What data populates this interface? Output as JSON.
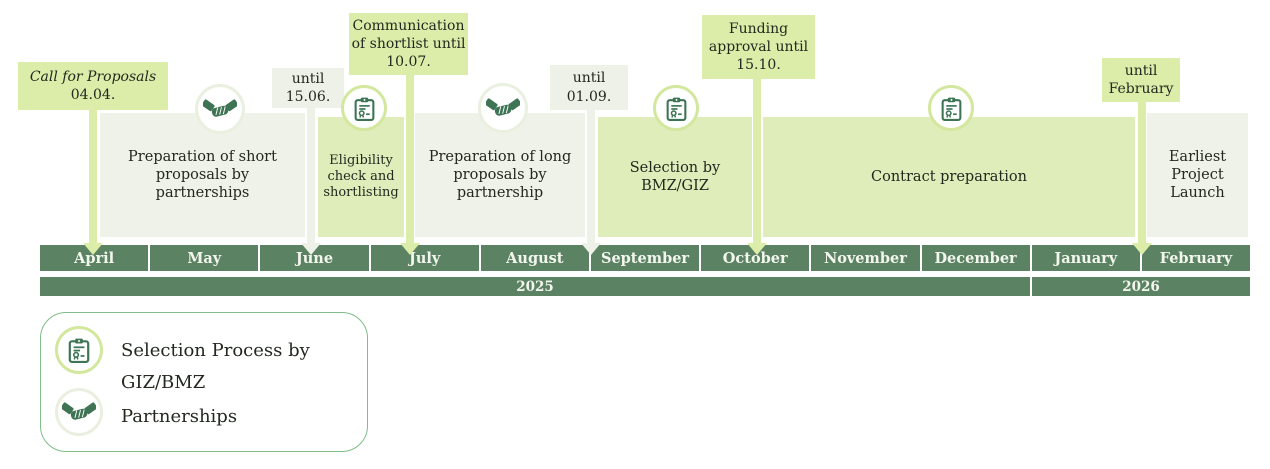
{
  "palette": {
    "bar_green": "#5b8363",
    "phase_green": "#dfedba",
    "callout_green": "#dcedaa",
    "phase_gray": "#eff2e8",
    "icon_green": "#3e7354",
    "legend_border": "#7fbd8a",
    "month_text": "#f3f6ee",
    "body_text": "#23281f"
  },
  "callouts": [
    {
      "id": "call-for-proposals",
      "line1": "Call for Proposals",
      "line2": "04.04.",
      "style": "green"
    },
    {
      "id": "until-15-06",
      "text": "until 15.06.",
      "style": "gray"
    },
    {
      "id": "communication-of-shortlist",
      "text": "Communication of shortlist until 10.07.",
      "style": "green"
    },
    {
      "id": "until-01-09",
      "text": "until 01.09.",
      "style": "gray"
    },
    {
      "id": "funding-approval",
      "text": "Funding approval until 15.10.",
      "style": "green"
    },
    {
      "id": "until-february",
      "text": "until February",
      "style": "green"
    }
  ],
  "phases": [
    {
      "label": "Preparation of short proposals by partnerships",
      "actor": "partnerships",
      "style": "gray"
    },
    {
      "label": "Eligibility check and shortlisting",
      "actor": "giz-bmz",
      "style": "green"
    },
    {
      "label": "Preparation of long proposals by partnership",
      "actor": "partnerships",
      "style": "gray"
    },
    {
      "label": "Selection by BMZ/GIZ",
      "actor": "giz-bmz",
      "style": "green"
    },
    {
      "label": "Contract preparation",
      "actor": "giz-bmz",
      "style": "green"
    },
    {
      "label": "Earliest Project Launch",
      "actor": "none",
      "style": "gray"
    }
  ],
  "timeline": {
    "months": [
      "April",
      "May",
      "June",
      "July",
      "August",
      "September",
      "October",
      "November",
      "December",
      "January",
      "February"
    ],
    "years": [
      {
        "label": "2025",
        "months_spanned": 9
      },
      {
        "label": "2026",
        "months_spanned": 2
      }
    ]
  },
  "legend": {
    "items": [
      {
        "icon": "clipboard-icon",
        "label": "Selection Process by GIZ/BMZ"
      },
      {
        "icon": "handshake-icon",
        "label": "Partnerships"
      }
    ]
  }
}
